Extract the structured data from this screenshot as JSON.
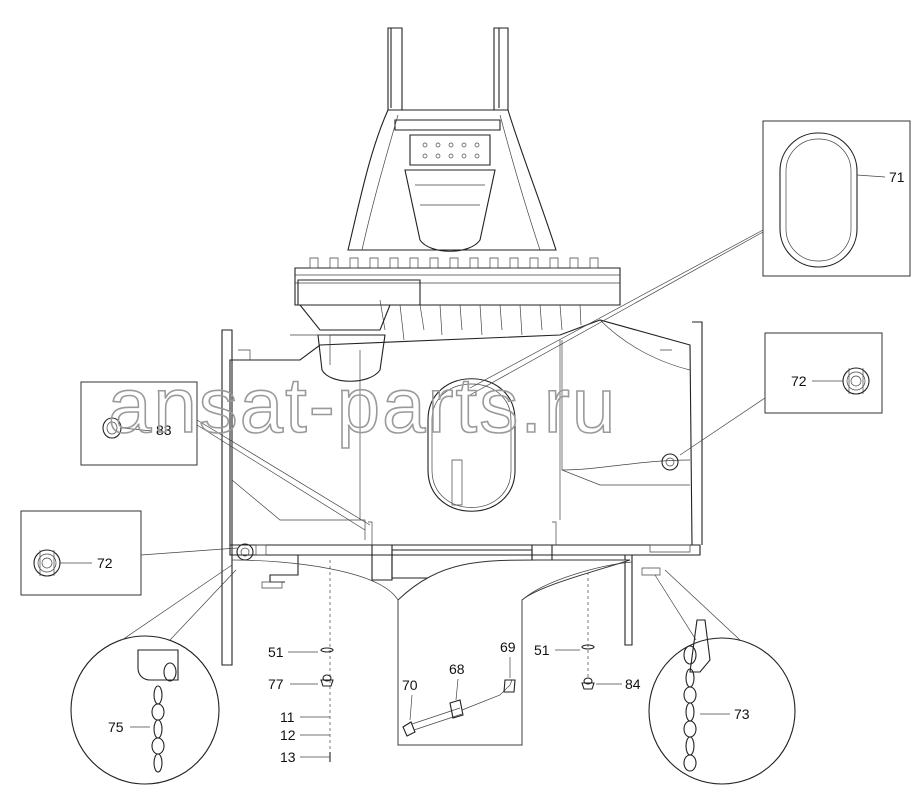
{
  "watermark": "ansat-parts.ru",
  "callouts": {
    "c71": "71",
    "c72a": "72",
    "c72b": "72",
    "c83": "83",
    "c51a": "51",
    "c51b": "51",
    "c77": "77",
    "c11": "11",
    "c12": "12",
    "c13": "13",
    "c75": "75",
    "c70": "70",
    "c68": "68",
    "c69": "69",
    "c84": "84",
    "c73": "73"
  }
}
